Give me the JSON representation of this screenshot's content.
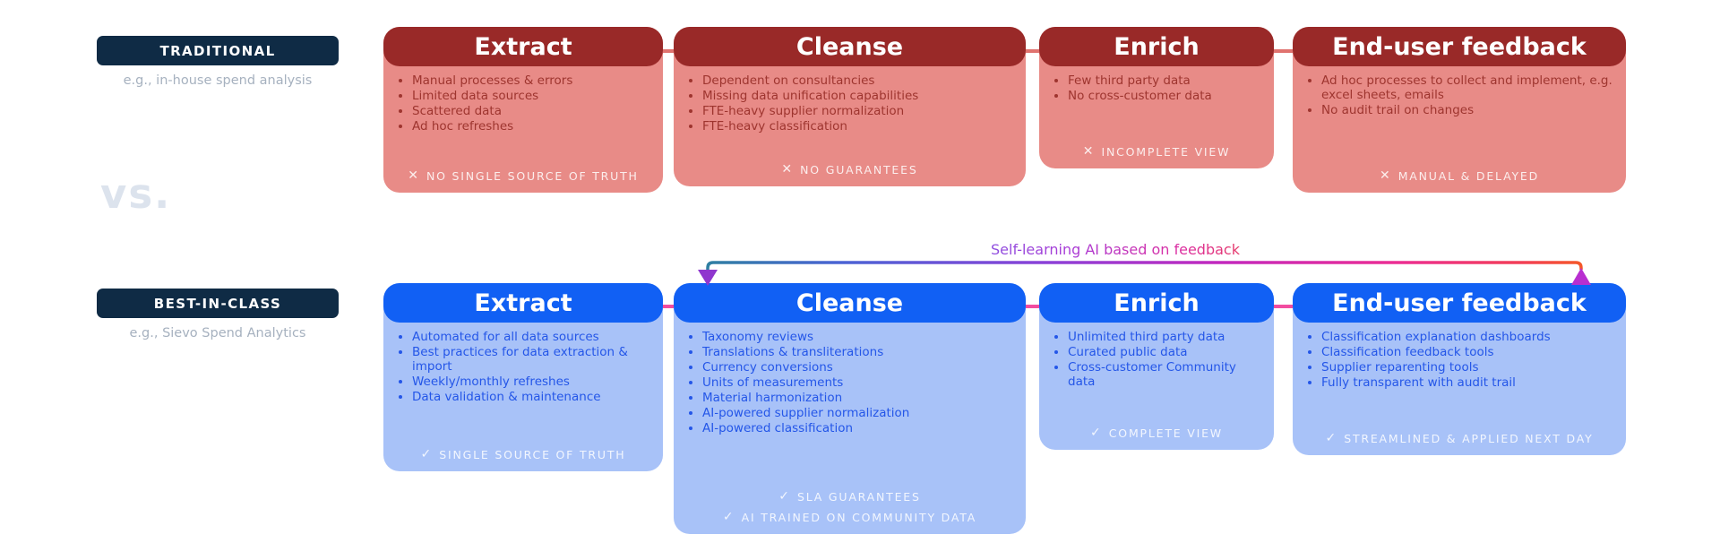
{
  "left_panel": {
    "traditional": {
      "badge": "TRADITIONAL",
      "caption": "e.g., in-house spend analysis"
    },
    "versus": "vs.",
    "best_in_class": {
      "badge": "BEST-IN-CLASS",
      "caption": "e.g., Sievo Spend Analytics"
    }
  },
  "arrow": {
    "label": "Self-learning AI based on feedback"
  },
  "colors": {
    "navy_badge": "#0F2B45",
    "red_header": "#992928",
    "red_body": "#E88B87",
    "red_text": "#9E352F",
    "blue_header": "#1160F4",
    "blue_body": "#A8C2F8",
    "blue_text": "#2456E8",
    "connector_red": "#E0736F",
    "connector_pink": "#F24CA0"
  },
  "rows": {
    "traditional": {
      "boxes": [
        {
          "title": "Extract",
          "bullets": [
            "Manual processes & errors",
            "Limited data sources",
            "Scattered data",
            "Ad hoc refreshes"
          ],
          "footers": [
            {
              "icon": "✕",
              "text": "NO SINGLE SOURCE OF TRUTH"
            }
          ]
        },
        {
          "title": "Cleanse",
          "bullets": [
            "Dependent on consultancies",
            "Missing data unification capabilities",
            "FTE-heavy supplier normalization",
            "FTE-heavy classification"
          ],
          "footers": [
            {
              "icon": "✕",
              "text": "NO GUARANTEES"
            }
          ]
        },
        {
          "title": "Enrich",
          "bullets": [
            "Few third party data",
            "No cross-customer data"
          ],
          "footers": [
            {
              "icon": "✕",
              "text": "INCOMPLETE VIEW"
            }
          ]
        },
        {
          "title": "End-user feedback",
          "bullets": [
            "Ad hoc processes to collect and implement, e.g. excel sheets, emails",
            "No audit trail on changes"
          ],
          "footers": [
            {
              "icon": "✕",
              "text": "MANUAL & DELAYED"
            }
          ]
        }
      ]
    },
    "best_in_class": {
      "boxes": [
        {
          "title": "Extract",
          "bullets": [
            "Automated for all data sources",
            "Best practices for data extraction & import",
            "Weekly/monthly refreshes",
            "Data validation & maintenance"
          ],
          "footers": [
            {
              "icon": "✓",
              "text": "SINGLE SOURCE OF TRUTH"
            }
          ]
        },
        {
          "title": "Cleanse",
          "bullets": [
            "Taxonomy reviews",
            "Translations & transliterations",
            "Currency conversions",
            "Units of measurements",
            "Material harmonization",
            "AI-powered supplier normalization",
            "AI-powered classification"
          ],
          "footers": [
            {
              "icon": "✓",
              "text": "SLA GUARANTEES"
            },
            {
              "icon": "✓",
              "text": "AI TRAINED ON COMMUNITY DATA"
            }
          ]
        },
        {
          "title": "Enrich",
          "bullets": [
            "Unlimited third party data",
            "Curated public data",
            "Cross-customer Community data"
          ],
          "footers": [
            {
              "icon": "✓",
              "text": "COMPLETE VIEW"
            }
          ]
        },
        {
          "title": "End-user feedback",
          "bullets": [
            "Classification explanation dashboards",
            "Classification feedback tools",
            "Supplier reparenting tools",
            "Fully transparent with audit trail"
          ],
          "footers": [
            {
              "icon": "✓",
              "text": "STREAMLINED & APPLIED NEXT DAY"
            }
          ]
        }
      ]
    }
  }
}
